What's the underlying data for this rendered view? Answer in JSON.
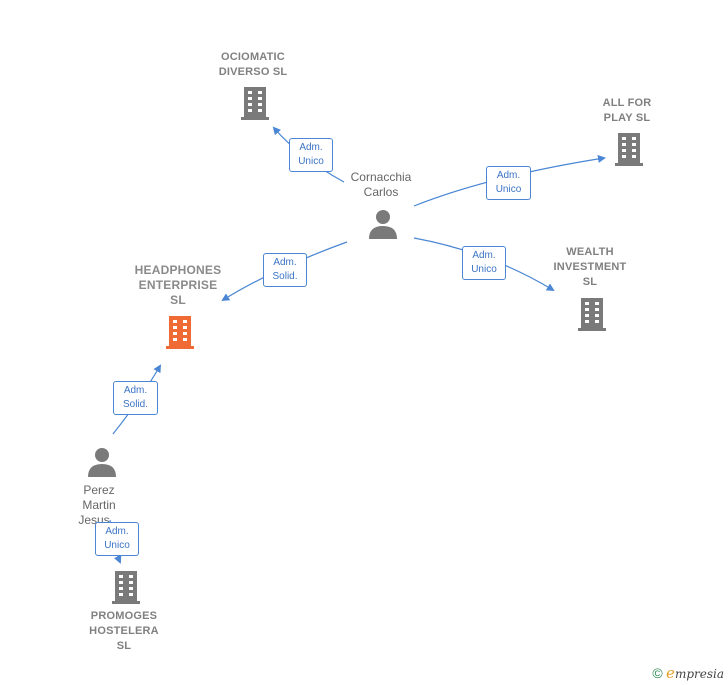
{
  "companies": {
    "ociomatic": "OCIOMATIC\nDIVERSO SL",
    "allforplay": "ALL FOR\nPLAY SL",
    "wealth": "WEALTH\nINVESTMENT\nSL",
    "headphones": "HEADPHONES\nENTERPRISE\nSL",
    "promoges": "PROMOGES\nHOSTELERA\nSL"
  },
  "persons": {
    "cornacchia": "Cornacchia\nCarlos",
    "perez": "Perez\nMartin\nJesus..."
  },
  "roles": {
    "adm_unico": "Adm.\nUnico",
    "adm_solid": "Adm.\nSolid."
  },
  "colors": {
    "building": "#7a7a7a",
    "building_focus": "#f06a35",
    "edge": "#4a86d4",
    "person": "#7a7a7a"
  },
  "brand": {
    "copyright": "©",
    "initial": "e",
    "rest": "mpresia"
  }
}
